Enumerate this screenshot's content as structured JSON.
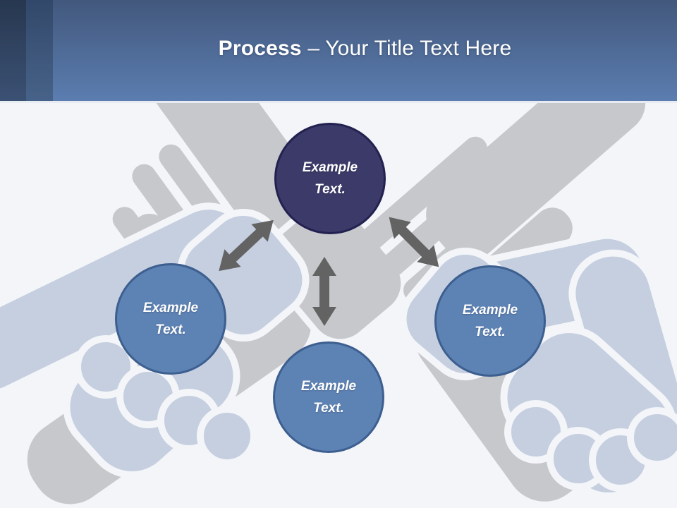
{
  "slide_title": {
    "bold": "Process",
    "separator": " – ",
    "rest": "Your Title Text Here"
  },
  "diagram": {
    "nodes": [
      {
        "id": "top",
        "line1": "Example",
        "line2": "Text.",
        "style": "dark"
      },
      {
        "id": "left",
        "line1": "Example",
        "line2": "Text.",
        "style": "blue"
      },
      {
        "id": "right",
        "line1": "Example",
        "line2": "Text.",
        "style": "blue"
      },
      {
        "id": "bottom",
        "line1": "Example",
        "line2": "Text.",
        "style": "blue"
      }
    ],
    "connectors": [
      {
        "id": "top-to-left",
        "type": "double-arrow"
      },
      {
        "id": "top-to-bottom",
        "type": "double-arrow"
      },
      {
        "id": "top-to-right",
        "type": "double-arrow"
      }
    ],
    "background_motif": "handshake-silhouette"
  },
  "colors": {
    "page_bg": "#f3f5f8",
    "header_top": "#42587d",
    "header_bottom": "#5b7db0",
    "header_stripe1_top": "#27374f",
    "header_stripe1_bottom": "#3b5174",
    "header_stripe2_top": "#32486a",
    "header_stripe2_bottom": "#476288",
    "title_text": "#ffffff",
    "sil_gray": "#c6c8cc",
    "sil_blue": "#c5cfe0",
    "arrow": "#636363",
    "node_dark_fill": "#3b3a69",
    "node_dark_border": "#232150",
    "node_blue_fill": "#5d82b4",
    "node_blue_border": "#3d5f8f",
    "node_text": "#ffffff"
  }
}
